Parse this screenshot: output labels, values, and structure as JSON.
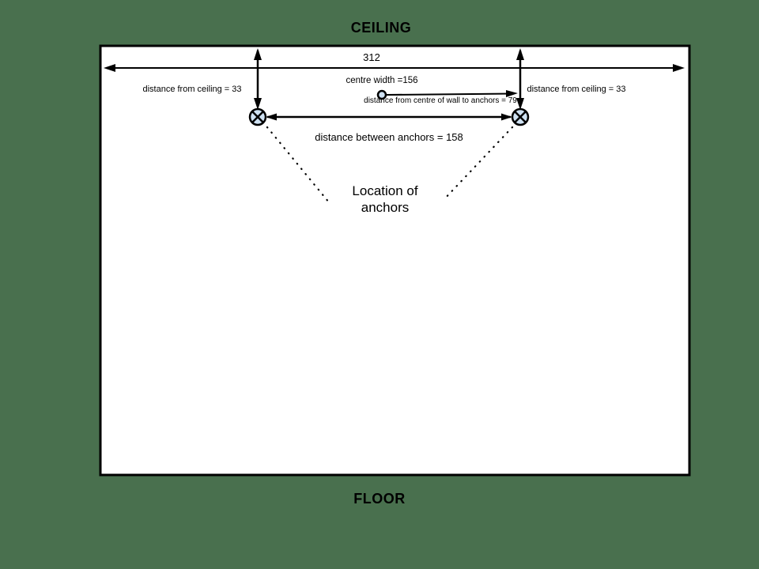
{
  "diagram": {
    "ceiling_label": "CEILING",
    "floor_label": "FLOOR",
    "wall_width_label": "312",
    "left_ceiling_distance_label": "distance from ceiling = 33",
    "right_ceiling_distance_label": "distance from ceiling = 33",
    "centre_width_label": "centre width =156",
    "centre_to_anchors_label": "distance from centre of wall to anchors = 79",
    "between_anchors_label": "distance between anchors = 158",
    "location_line1": "Location of",
    "location_line2": "anchors",
    "measurements": {
      "wall_width": 312,
      "distance_from_ceiling": 33,
      "centre_width": 156,
      "distance_from_centre_of_wall_to_anchors": 79,
      "distance_between_anchors": 158
    },
    "colors": {
      "background": "#49704e",
      "wall_fill": "#ffffff",
      "line": "#000000",
      "anchor_fill": "#cfe2f3"
    }
  }
}
